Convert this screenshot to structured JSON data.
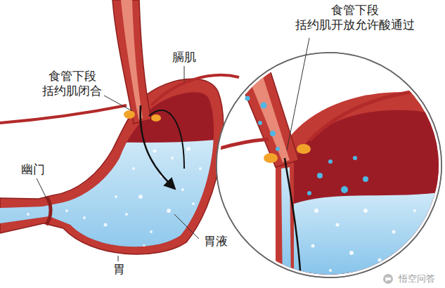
{
  "diagram": {
    "labels": [
      "食管下段 括约肌闭合",
      "膈肌",
      "幽门",
      "胃液",
      "胃",
      "食管下段 括约肌开放允许酸通过",
      "悟空问答"
    ]
  }
}
